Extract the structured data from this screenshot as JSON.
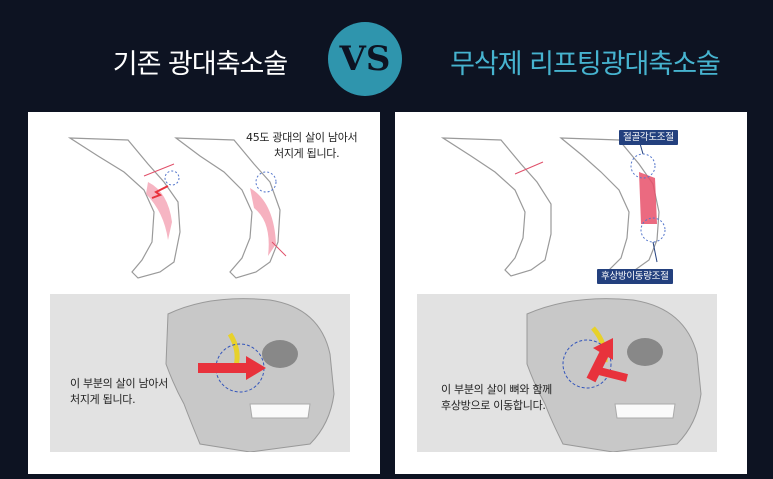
{
  "header": {
    "left_title": "기존 광대축소술",
    "vs_label": "VS",
    "right_title": "무삭제 리프팅광대축소술"
  },
  "left_panel": {
    "top_note": [
      "45도 광대의 살이 남아서",
      "처지게 됩니다."
    ],
    "bottom_note": [
      "이 부분의 살이 남아서",
      "처지게 됩니다."
    ]
  },
  "right_panel": {
    "tag_top": "절골각도조절",
    "tag_bottom": "후상방이동량조절",
    "bottom_note": [
      "이 부분의 살이 뼈와 함께",
      "후상방으로 이동합니다."
    ]
  },
  "colors": {
    "background": "#0d1322",
    "accent": "#46b3cf",
    "vs_circle": "#2f95ad",
    "arrow_red": "#e8323c",
    "tag_blue": "#23407e"
  }
}
